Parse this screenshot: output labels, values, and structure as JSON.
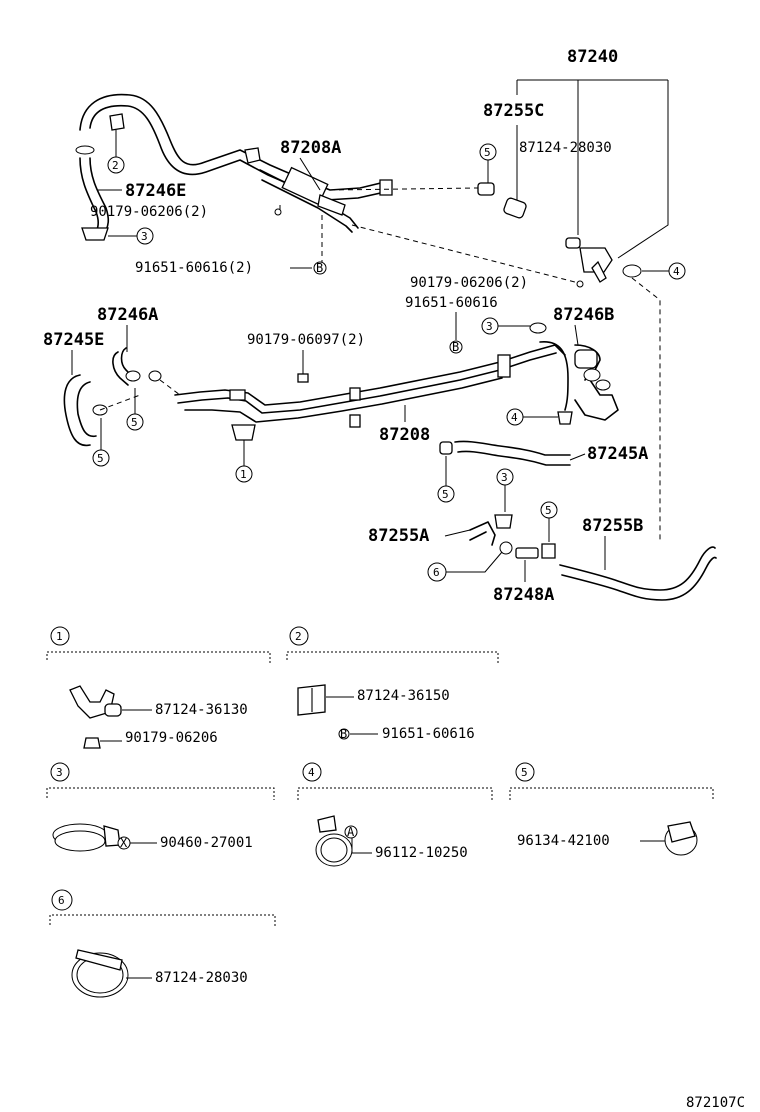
{
  "labels": {
    "p87240": "87240",
    "p87255C": "87255C",
    "p87124_28030_top": "87124-28030",
    "p87208A": "87208A",
    "p87246E": "87246E",
    "p90179_06206_2a": "90179-06206(2)",
    "p91651_60616_2": "91651-60616(2)",
    "p90179_06206_2b": "90179-06206(2)",
    "p91651_60616_a": "91651-60616",
    "p87246A": "87246A",
    "p87246B": "87246B",
    "p87245E": "87245E",
    "p90179_06097_2": "90179-06097(2)",
    "p87208": "87208",
    "p87245A": "87245A",
    "p87255A": "87255A",
    "p87255B": "87255B",
    "p87248A": "87248A"
  },
  "callouts": {
    "c1": "1",
    "c2": "2",
    "c3": "3",
    "c4": "4",
    "c5": "5",
    "c6": "6",
    "code_b": "B",
    "code_x": "X",
    "code_a": "A"
  },
  "details": {
    "d1_a": "87124-36130",
    "d1_b": "90179-06206",
    "d2_a": "87124-36150",
    "d2_b": "91651-60616",
    "d3_a": "90460-27001",
    "d4_a": "96112-10250",
    "d5_a": "96134-42100",
    "d6_a": "87124-28030"
  },
  "footer": {
    "drawing_id": "872107C"
  }
}
